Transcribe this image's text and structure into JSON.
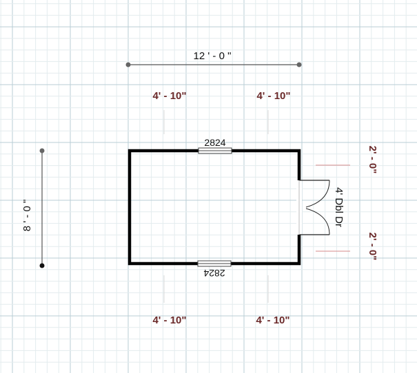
{
  "plan": {
    "overall_width_label": "12 ' - 0 \"",
    "overall_depth_label": "8 ' - 0 \"",
    "top_left_segment": "4' - 10\"",
    "top_right_segment": "4' - 10\"",
    "bottom_left_segment": "4' - 10\"",
    "bottom_right_segment": "4' - 10\"",
    "right_upper_segment": "2' - 0\"",
    "right_lower_segment": "2' - 0\"",
    "top_window_label": "2824",
    "bottom_window_label": "2824",
    "door_label": "4' Dbl Dr"
  },
  "colors": {
    "background": "#ffffff",
    "grid_minor": "#e3ecee",
    "grid_major": "#b9cdd6",
    "wall": "#000000",
    "dimension_line": "#555555",
    "segment_text": "#6b2a2a",
    "overall_text": "#111111",
    "guide_line": "#d48a8a"
  }
}
